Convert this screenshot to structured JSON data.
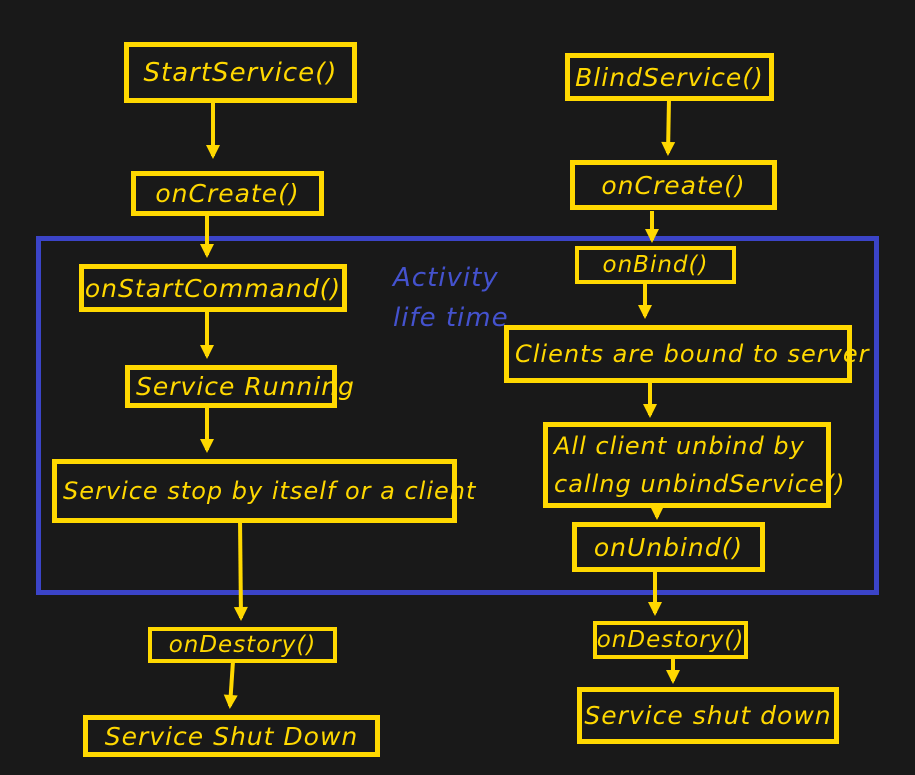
{
  "colors": {
    "background": "#191919",
    "yellow": "#ffd800",
    "blue": "#3b44c8",
    "label_blue": "#4452ce"
  },
  "activity_region": {
    "label_line1": "Activity",
    "label_line2": "life time"
  },
  "started_flow": {
    "start_service": "StartService()",
    "on_create": "onCreate()",
    "on_start_command": "onStartCommand()",
    "service_running": "Service Running",
    "service_stop": "Service stop by itself or a client",
    "on_destroy": "onDestory()",
    "service_shut_down": "Service Shut Down"
  },
  "bound_flow": {
    "bind_service": "BlindService()",
    "on_create": "onCreate()",
    "on_bind": "onBind()",
    "clients_bound": "Clients are bound to server",
    "unbind_line1": "All client unbind by",
    "unbind_line2": "callng unbindService()",
    "on_unbind": "onUnbind()",
    "on_destroy": "onDestory()",
    "service_shut_down": "Service shut down"
  }
}
